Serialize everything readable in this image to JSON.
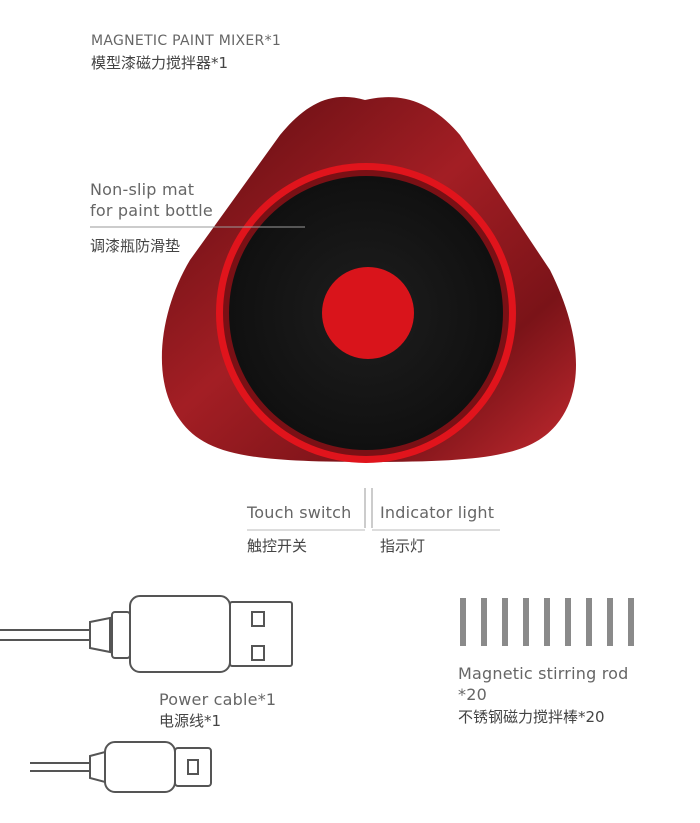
{
  "product": {
    "title_en": "MAGNETIC PAINT MIXER*1",
    "title_zh": "模型漆磁力搅拌器*1"
  },
  "callouts": {
    "mat_en_line1": "Non-slip mat",
    "mat_en_line2": "for paint bottle",
    "mat_zh": "调漆瓶防滑垫",
    "touch_en": "Touch switch",
    "touch_zh": "触控开关",
    "indicator_en": "Indicator light",
    "indicator_zh": "指示灯"
  },
  "accessories": {
    "cable_en": "Power cable*1",
    "cable_zh": "电源线*1",
    "rod_en_line1": "Magnetic stirring rod",
    "rod_en_line2": "*20",
    "rod_zh": "不锈钢磁力搅拌棒*20"
  },
  "colors": {
    "body_red": "#8e1a1f",
    "ring_red": "#e0141c",
    "center_red": "#d9141b",
    "mat_black": "#161616",
    "line_gray": "#9a9a9a",
    "rod_gray": "#8a8a8a"
  }
}
